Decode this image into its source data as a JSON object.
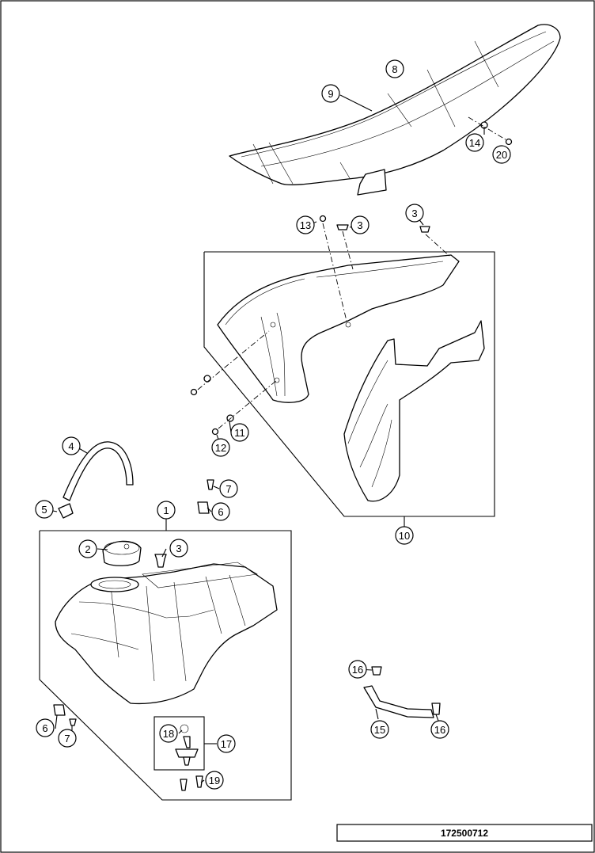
{
  "drawing_number": "172500712",
  "callouts": [
    {
      "id": "c8",
      "text": "8"
    },
    {
      "id": "c9",
      "text": "9"
    },
    {
      "id": "c14",
      "text": "14"
    },
    {
      "id": "c20",
      "text": "20"
    },
    {
      "id": "c13",
      "text": "13"
    },
    {
      "id": "c3a",
      "text": "3"
    },
    {
      "id": "c3b",
      "text": "3"
    },
    {
      "id": "c11",
      "text": "11"
    },
    {
      "id": "c12",
      "text": "12"
    },
    {
      "id": "c10",
      "text": "10"
    },
    {
      "id": "c4",
      "text": "4"
    },
    {
      "id": "c5",
      "text": "5"
    },
    {
      "id": "c7a",
      "text": "7"
    },
    {
      "id": "c6a",
      "text": "6"
    },
    {
      "id": "c1",
      "text": "1"
    },
    {
      "id": "c2",
      "text": "2"
    },
    {
      "id": "c3c",
      "text": "3"
    },
    {
      "id": "c16a",
      "text": "16"
    },
    {
      "id": "c15",
      "text": "15"
    },
    {
      "id": "c16b",
      "text": "16"
    },
    {
      "id": "c6b",
      "text": "6"
    },
    {
      "id": "c7b",
      "text": "7"
    },
    {
      "id": "c18",
      "text": "18"
    },
    {
      "id": "c17",
      "text": "17"
    },
    {
      "id": "c19",
      "text": "19"
    }
  ]
}
